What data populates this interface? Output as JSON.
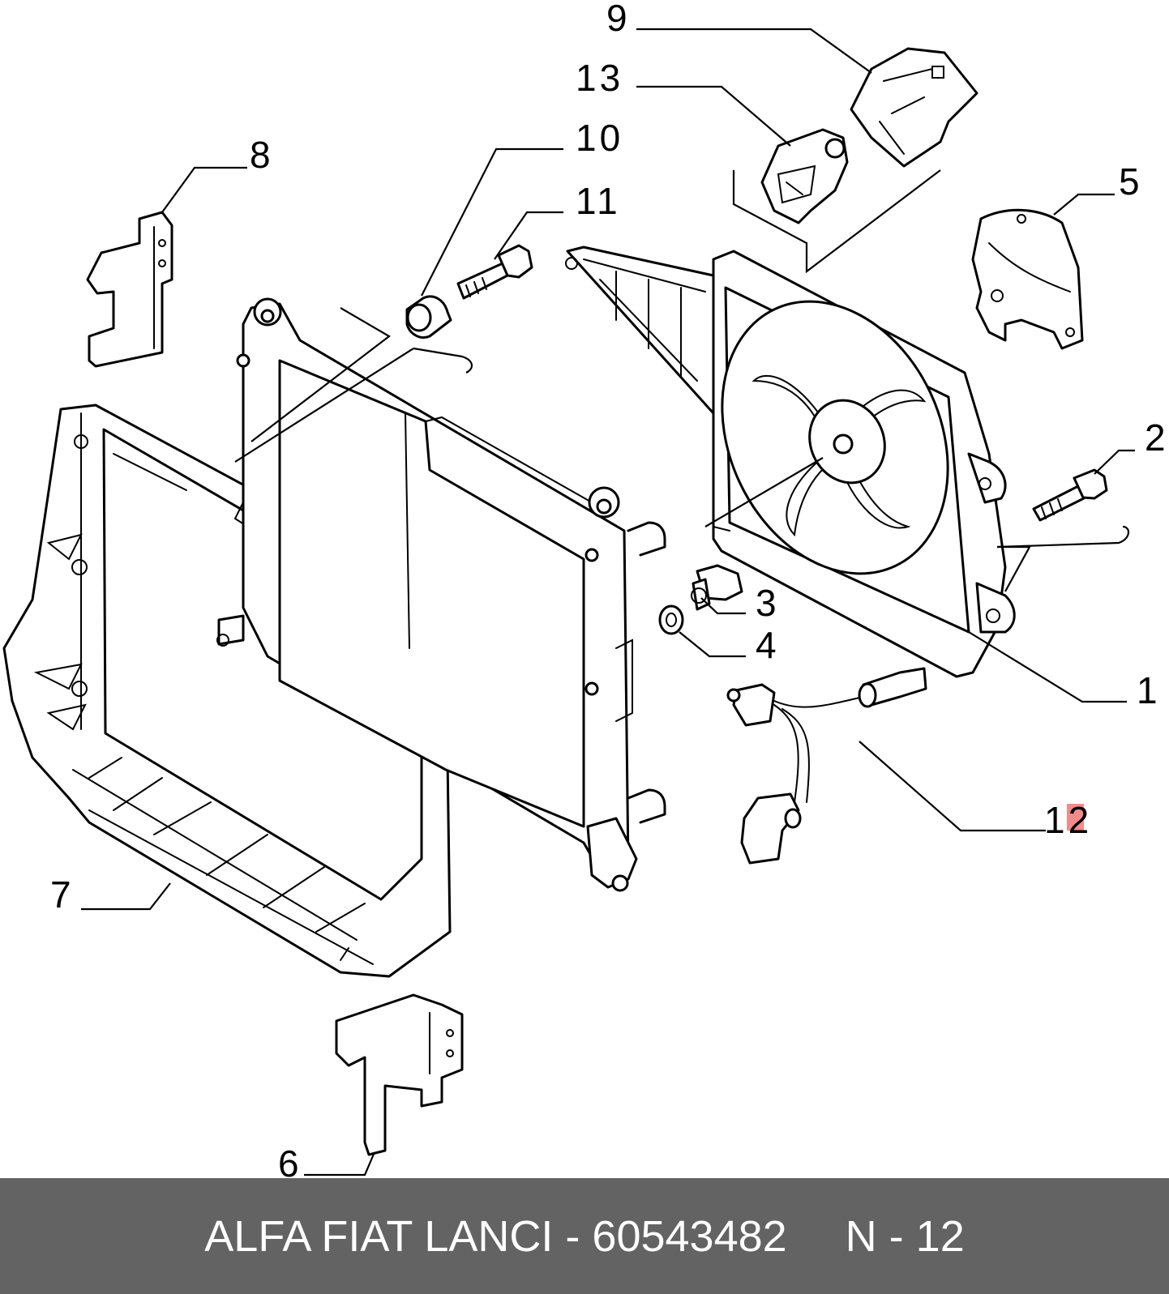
{
  "callouts": [
    "1",
    "2",
    "3",
    "4",
    "5",
    "6",
    "7",
    "8",
    "9",
    "10",
    "11",
    "12",
    "13"
  ],
  "highlight_color": "#f28b8b",
  "footer": {
    "brand_part": "ALFA FIAT LANCI - 60543482",
    "ref": "N - 12",
    "background": "#636363"
  }
}
